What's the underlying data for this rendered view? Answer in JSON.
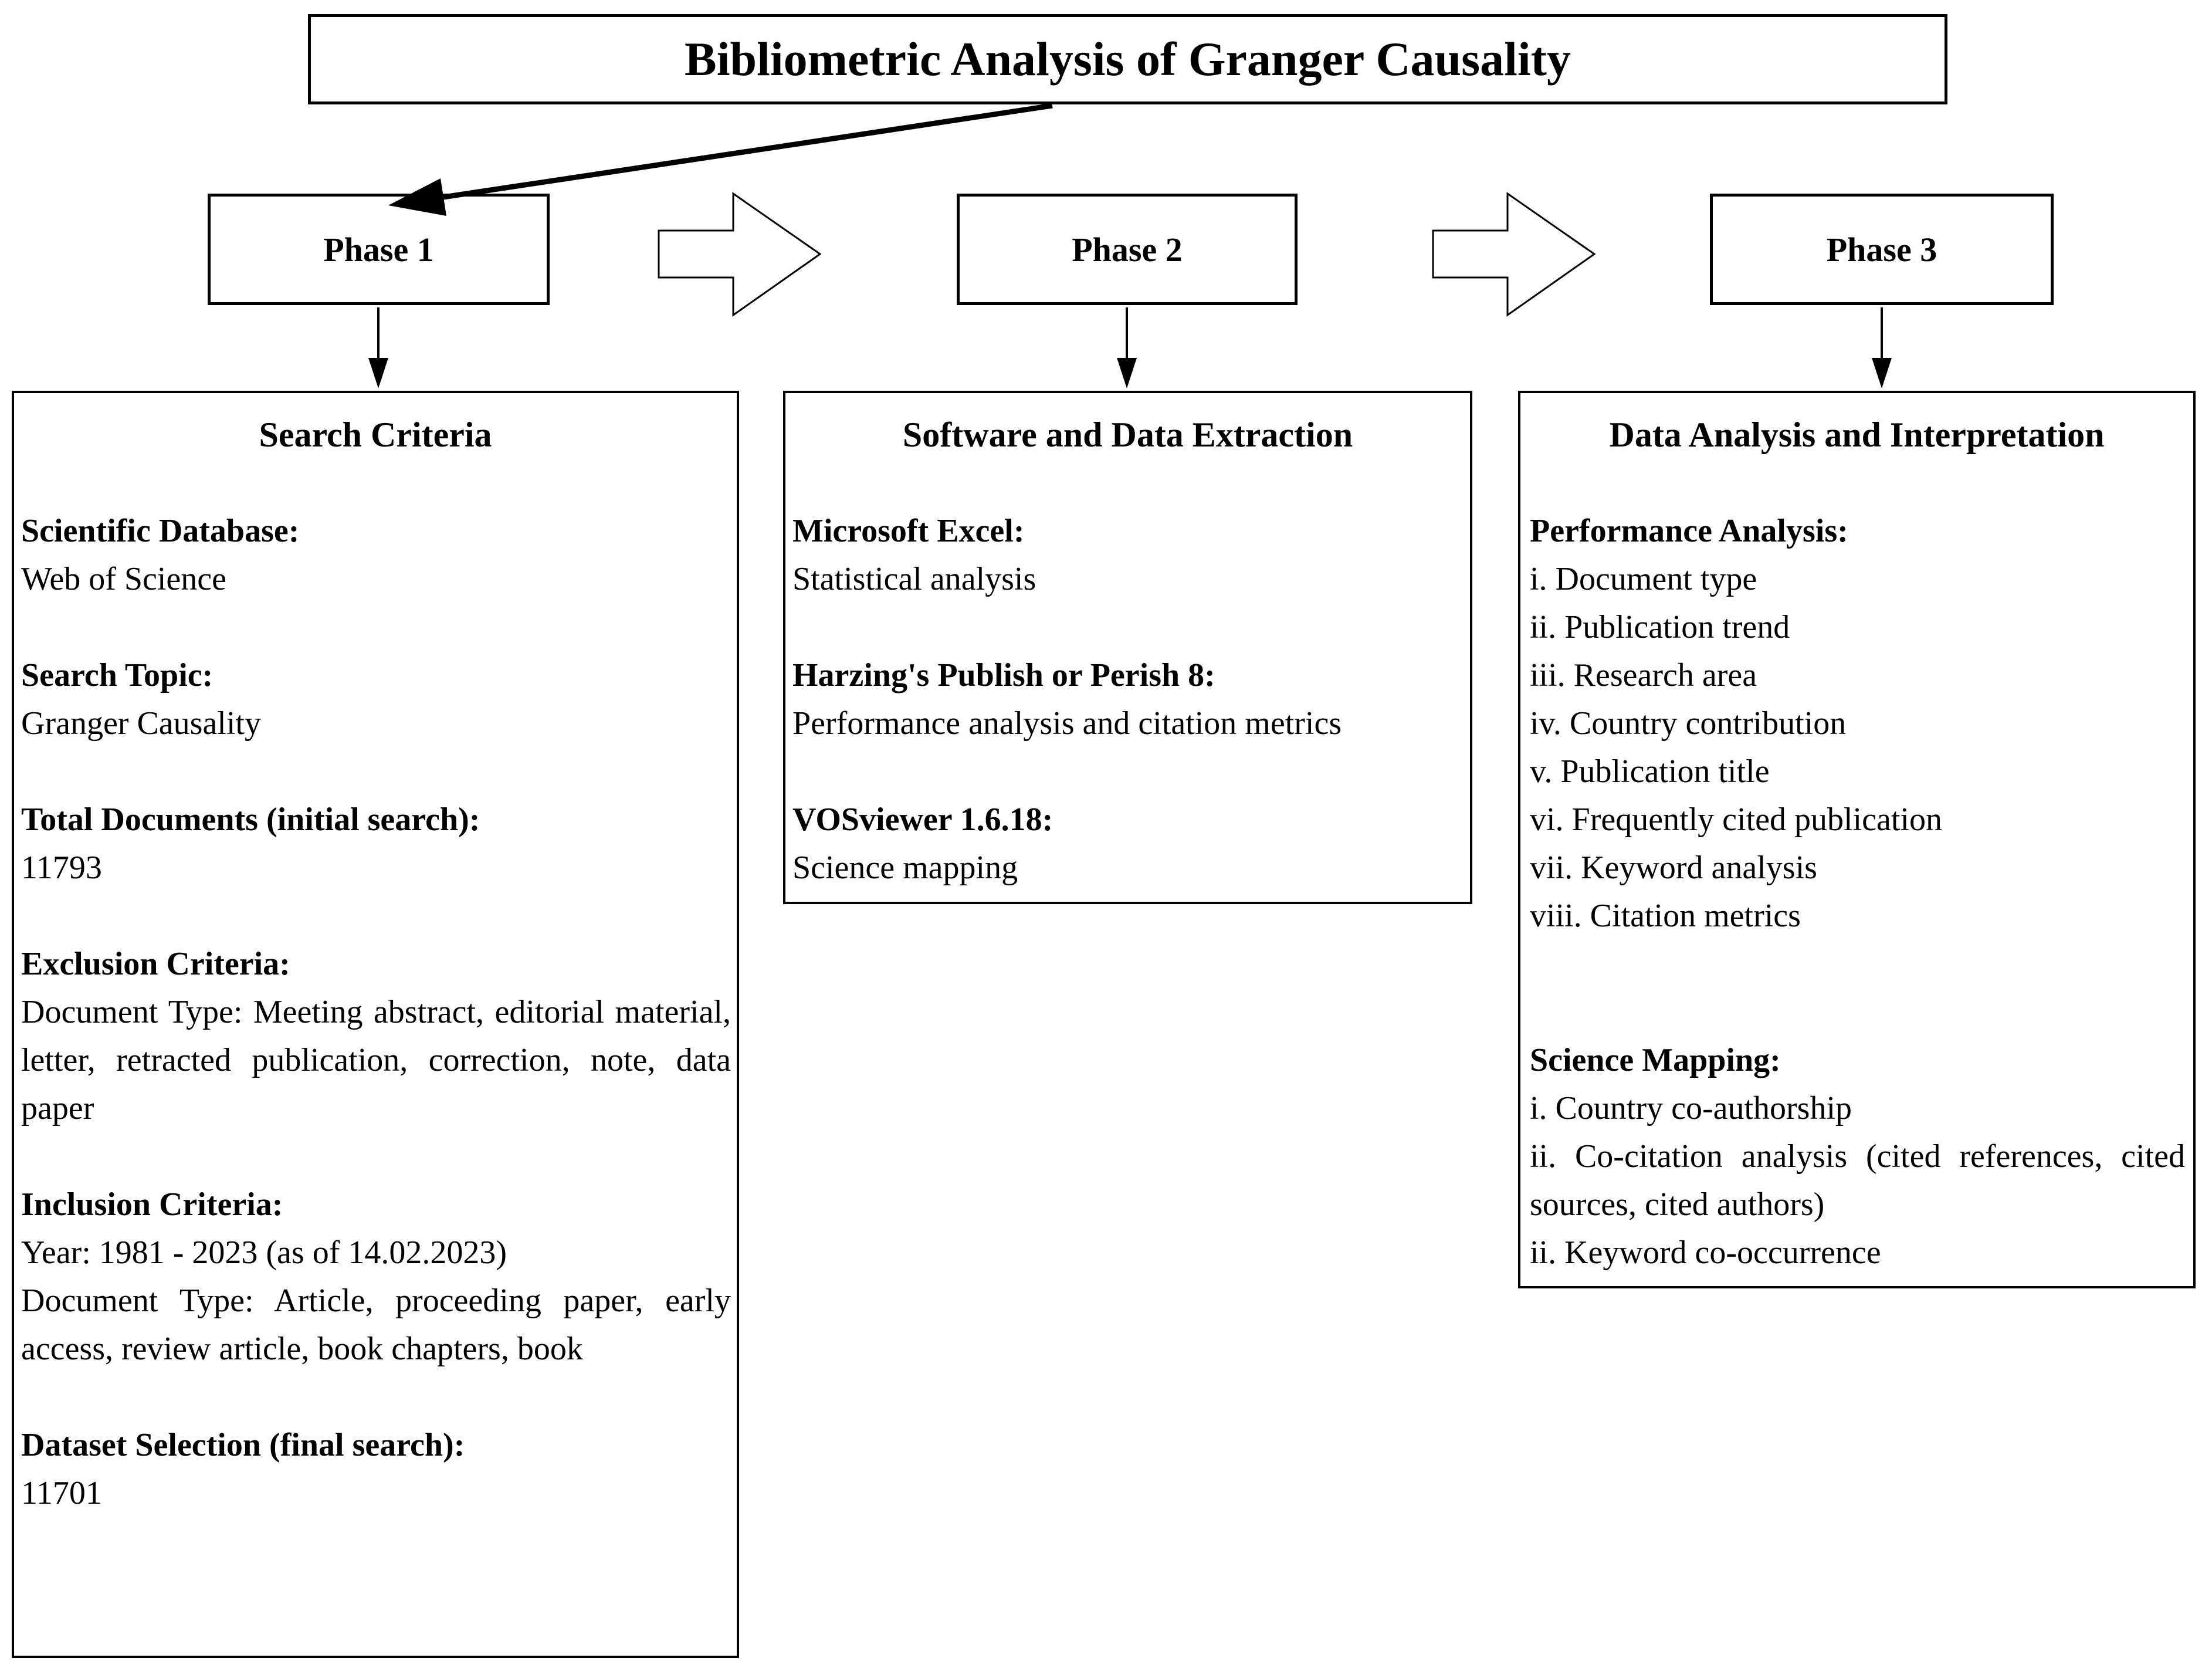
{
  "title": "Bibliometric Analysis of Granger Causality",
  "phases": [
    "Phase 1",
    "Phase 2",
    "Phase 3"
  ],
  "columns": [
    {
      "heading": "Search Criteria",
      "sections": [
        {
          "label": "Scientific Database:",
          "paras": [
            {
              "text": "Web of Science"
            }
          ]
        },
        {
          "label": "Search Topic:",
          "paras": [
            {
              "text": "Granger Causality"
            }
          ]
        },
        {
          "label": "Total Documents (initial search):",
          "paras": [
            {
              "text": "11793"
            }
          ]
        },
        {
          "label": "Exclusion Criteria:",
          "paras": [
            {
              "text": "Document Type: Meeting abstract, editorial material, letter, retracted publication, correction, note, data paper",
              "justify": true
            }
          ]
        },
        {
          "label": "Inclusion Criteria:",
          "paras": [
            {
              "text": "Year: 1981 - 2023 (as of 14.02.2023)"
            },
            {
              "text": "Document Type: Article, proceeding paper, early access, review article, book chapters, book",
              "justify": true
            }
          ]
        },
        {
          "label": "Dataset Selection (final search):",
          "paras": [
            {
              "text": "11701"
            }
          ]
        }
      ]
    },
    {
      "heading": "Software and Data Extraction",
      "sections": [
        {
          "label": "Microsoft Excel:",
          "paras": [
            {
              "text": "Statistical analysis"
            }
          ]
        },
        {
          "label": "Harzing's Publish or Perish 8:",
          "paras": [
            {
              "text": "Performance analysis and citation metrics"
            }
          ]
        },
        {
          "label": "VOSviewer 1.6.18:",
          "paras": [
            {
              "text": "Science mapping"
            }
          ]
        }
      ]
    },
    {
      "heading": "Data Analysis and Interpretation",
      "sections": [
        {
          "label": "Performance Analysis:",
          "paras": [
            {
              "text": "i. Document type"
            },
            {
              "text": "ii. Publication trend"
            },
            {
              "text": "iii. Research area"
            },
            {
              "text": "iv. Country contribution"
            },
            {
              "text": "v. Publication title"
            },
            {
              "text": "vi. Frequently cited publication"
            },
            {
              "text": "vii. Keyword analysis"
            },
            {
              "text": "viii. Citation metrics"
            }
          ]
        },
        {
          "label": "Science Mapping:",
          "gap": 2,
          "paras": [
            {
              "text": "i. Country co-authorship"
            },
            {
              "text": "ii. Co-citation analysis (cited references, cited sources, cited authors)",
              "justify": true
            },
            {
              "text": "ii. Keyword co-occurrence"
            }
          ]
        }
      ]
    }
  ],
  "colors": {
    "line": "#000000",
    "background": "#ffffff"
  }
}
